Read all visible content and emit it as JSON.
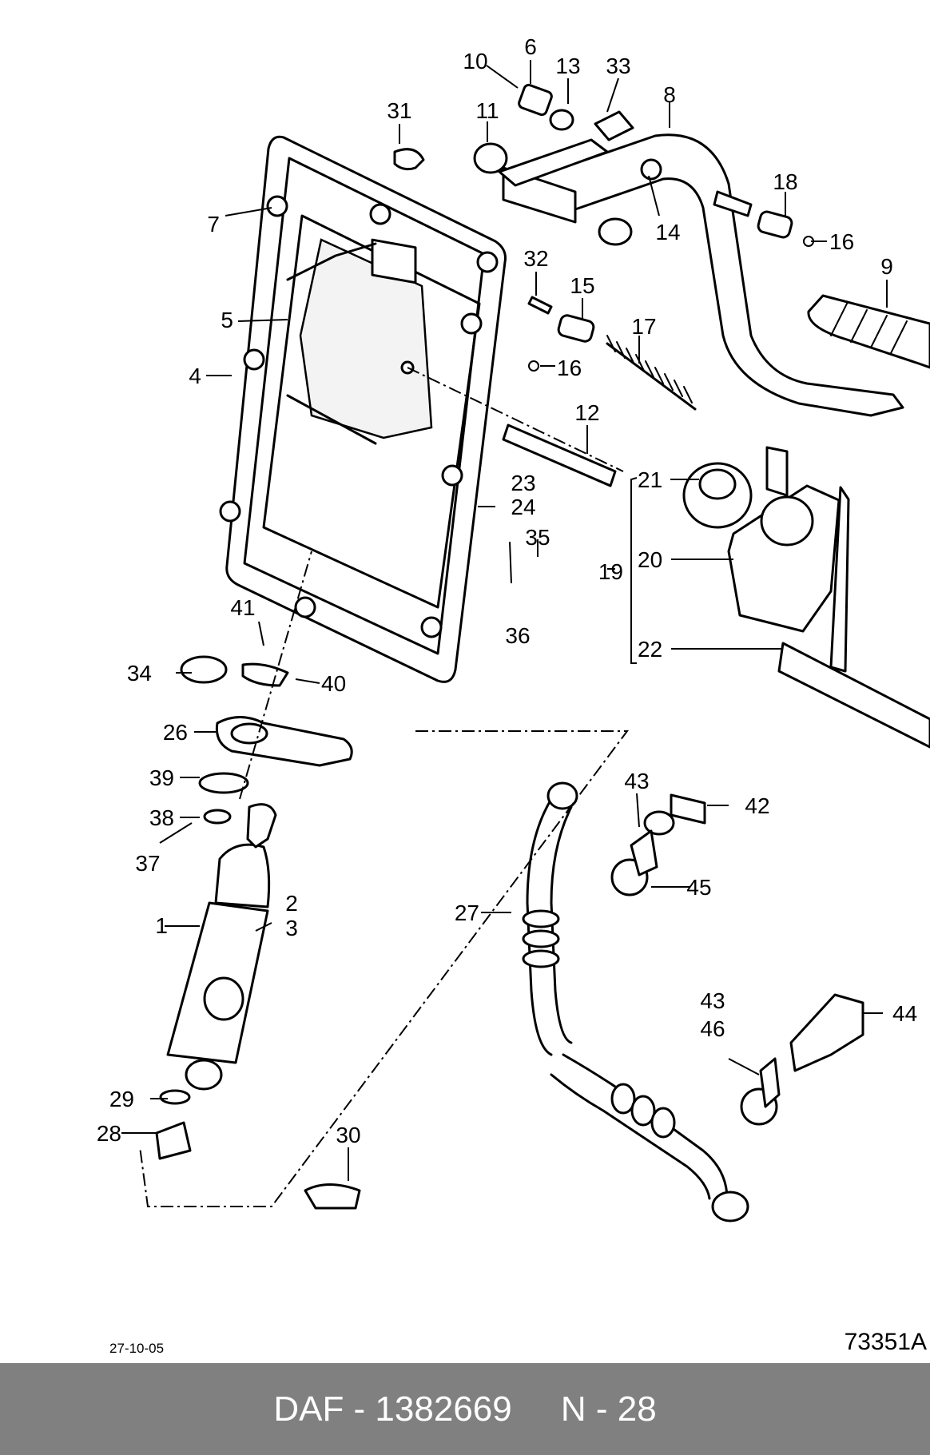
{
  "diagram": {
    "callouts": [
      "1",
      "2",
      "3",
      "4",
      "5",
      "6",
      "7",
      "8",
      "9",
      "10",
      "11",
      "12",
      "13",
      "14",
      "15",
      "16",
      "16",
      "17",
      "18",
      "19",
      "20",
      "21",
      "22",
      "23",
      "24",
      "26",
      "27",
      "28",
      "29",
      "30",
      "31",
      "32",
      "33",
      "34",
      "35",
      "36",
      "37",
      "38",
      "39",
      "40",
      "41",
      "42",
      "43",
      "43",
      "44",
      "45",
      "46"
    ]
  },
  "footer": {
    "date": "27-10-05",
    "drawing_code": "73351A",
    "caption": "DAF - 1382669     N - 28"
  }
}
